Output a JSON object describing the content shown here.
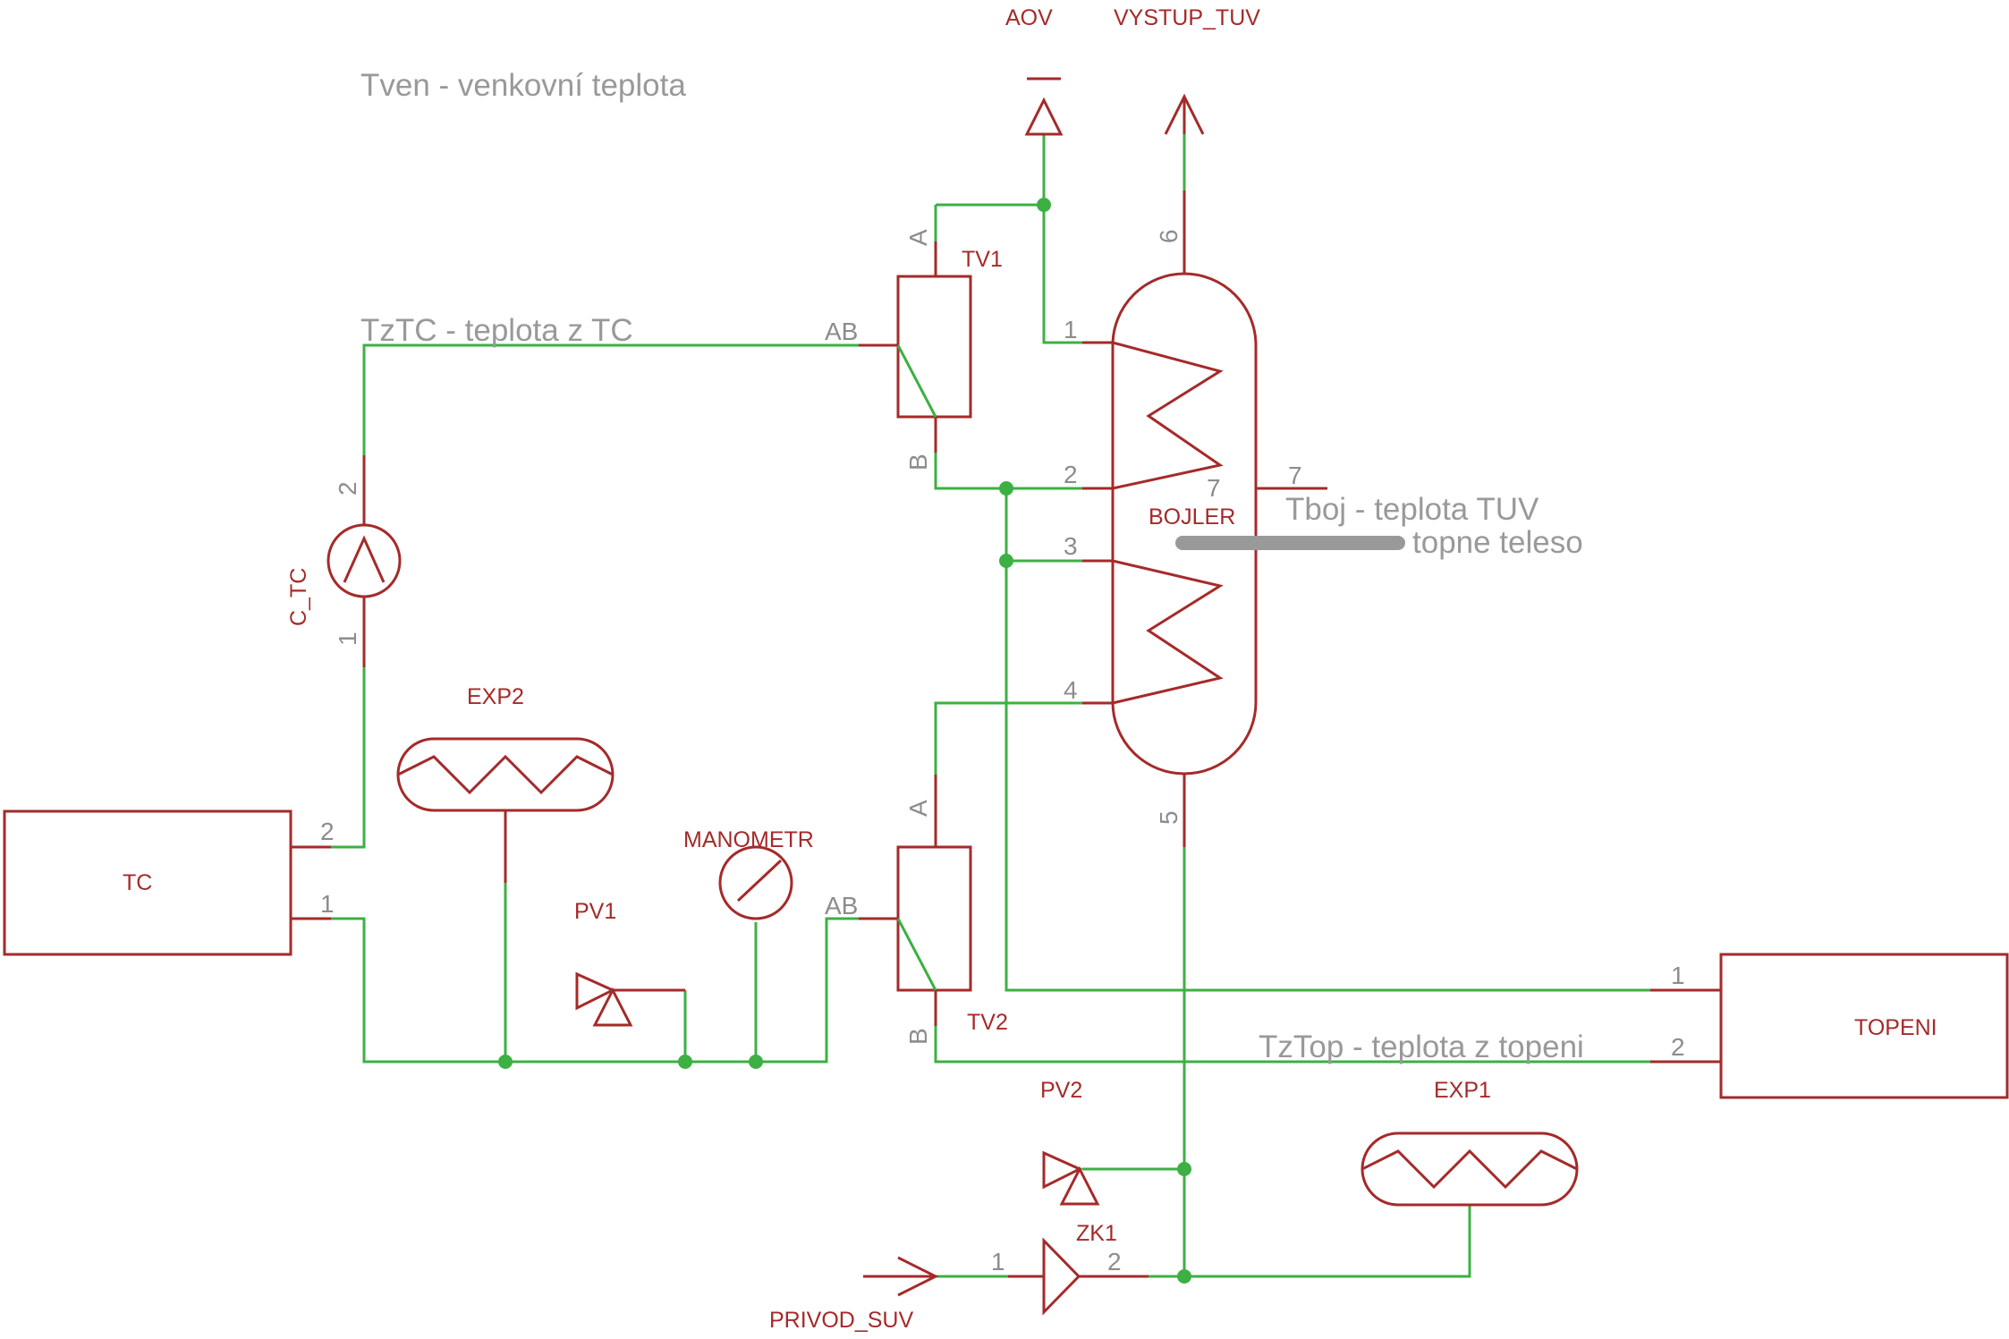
{
  "notes": {
    "tven": "Tven - venkovní teplota",
    "tztc": "TzTC - teplota z TC",
    "tboj": "Tboj - teplota TUV",
    "topne": "topne teleso",
    "tztop": "TzTop - teplota z topeni"
  },
  "parts": {
    "aov": "AOV",
    "vystup_tuv": "VYSTUP_TUV",
    "tv1": "TV1",
    "tv2": "TV2",
    "bojler": "BOJLER",
    "c_tc": "C_TC",
    "exp2": "EXP2",
    "exp1": "EXP1",
    "tc": "TC",
    "pv1": "PV1",
    "pv2": "PV2",
    "manometr": "MANOMETR",
    "topeni": "TOPENI",
    "zk1": "ZK1",
    "privod_suv": "PRIVOD_SUV"
  },
  "pins": {
    "tv1_a": "A",
    "tv1_ab": "AB",
    "tv1_b": "B",
    "tv2_a": "A",
    "tv2_ab": "AB",
    "tv2_b": "B",
    "bojler_1": "1",
    "bojler_2": "2",
    "bojler_3": "3",
    "bojler_4": "4",
    "bojler_5": "5",
    "bojler_6": "6",
    "bojler_7_out": "7",
    "bojler_7_in": "7",
    "c_tc_1": "1",
    "c_tc_2": "2",
    "tc_1": "1",
    "tc_2": "2",
    "topeni_1": "1",
    "topeni_2": "2",
    "zk1_1": "1",
    "zk1_2": "2"
  },
  "colors": {
    "symbol": "#a52a2a",
    "wire": "#3cb043",
    "note": "#999999",
    "pin": "#8c8c8c"
  }
}
